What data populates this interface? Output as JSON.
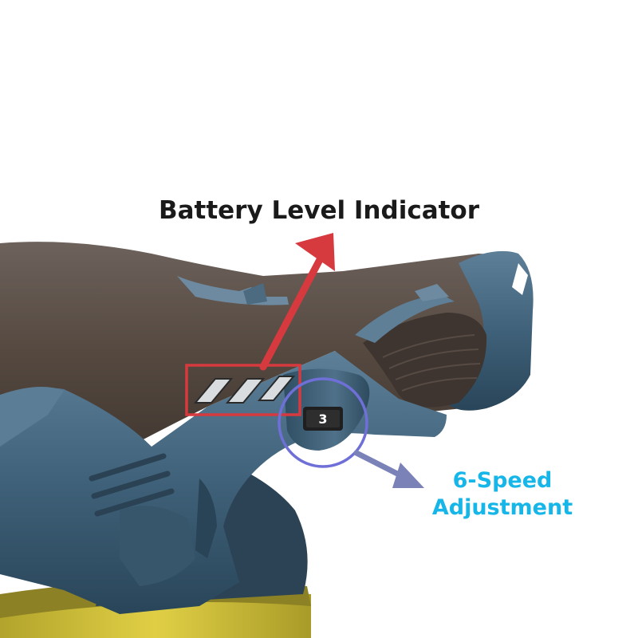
{
  "annotations": {
    "battery_label": "Battery Level Indicator",
    "speed_label_line1": "6-Speed",
    "speed_label_line2": "Adjustment",
    "dial_value": "3"
  },
  "colors": {
    "battery_highlight": "#d63a3f",
    "speed_highlight": "#6f6fd8",
    "speed_text": "#16b6e8",
    "tool_housing_brown": "#5a4f4a",
    "tool_body_blue": "#3d5f79",
    "pad_yellow": "#d8c63a"
  }
}
